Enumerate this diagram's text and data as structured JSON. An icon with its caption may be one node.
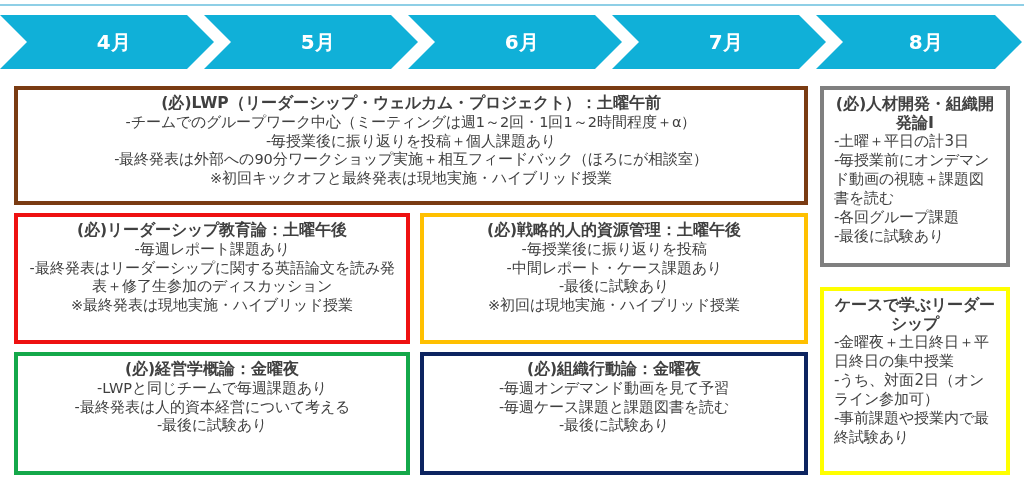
{
  "diagram": {
    "nodes": [
      {
        "text": [
          "4月"
        ]
      },
      {
        "text": [
          "5月"
        ]
      },
      {
        "text": [
          "6月"
        ]
      },
      {
        "text": [
          "7月"
        ]
      },
      {
        "text": [
          "8月"
        ]
      },
      {
        "text": [
          "(必)LWP（リーダーシップ・ウェルカム・プロジェクト）：土曜午前",
          "-チームでのグループワーク中心（ミーティングは週1～2回・1回1～2時間程度＋α）",
          "-毎授業後に振り返りを投稿＋個人課題あり",
          "-最終発表は外部への90分ワークショップ実施＋相互フィードバック（ほろにが相談室）",
          "※初回キックオフと最終発表は現地実施・ハイブリッド授業"
        ]
      },
      {
        "text": [
          "(必)人材開発・組織開発論Ⅰ",
          "-土曜＋平日の計3日",
          "-毎授業前にオンデマンド動画の視聴＋課題図書を読む",
          "-各回グループ課題",
          "-最後に試験あり"
        ]
      },
      {
        "text": [
          "(必)リーダーシップ教育論：土曜午後",
          "-毎週レポート課題あり",
          "-最終発表はリーダーシップに関する英語論文を読み発表＋修了生参加のディスカッション",
          "※最終発表は現地実施・ハイブリッド授業"
        ]
      },
      {
        "text": [
          "(必)戦略的人的資源管理：土曜午後",
          "-毎授業後に振り返りを投稿",
          "-中間レポート・ケース課題あり",
          "-最後に試験あり",
          "※初回は現地実施・ハイブリッド授業"
        ]
      },
      {
        "text": [
          "ケースで学ぶリーダーシップ",
          "-金曜夜＋土日終日＋平日終日の集中授業",
          "-うち、対面2日（オンライン参加可）",
          "-事前課題や授業内で最終試験あり"
        ]
      },
      {
        "text": [
          "(必)経営学概論：金曜夜",
          "-LWPと同じチームで毎週課題あり",
          "-最終発表は人的資本経営について考える",
          "-最後に試験あり"
        ]
      },
      {
        "text": [
          "(必)組織行動論：金曜夜",
          "-毎週オンデマンド動画を見て予習",
          "-毎週ケース課題と課題図書を読む",
          "-最後に試験あり"
        ]
      }
    ],
    "edges": []
  }
}
